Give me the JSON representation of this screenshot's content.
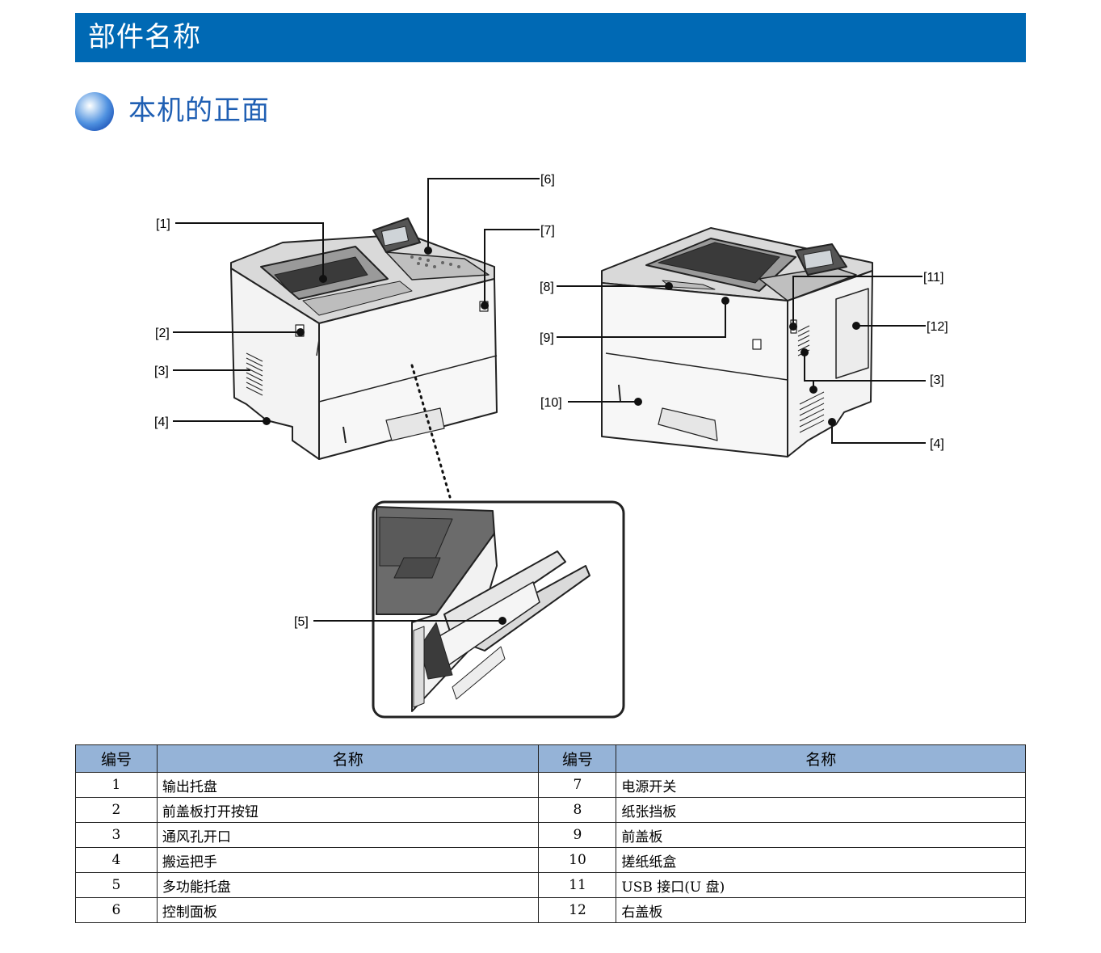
{
  "header": {
    "title": "部件名称"
  },
  "section": {
    "title": "本机的正面"
  },
  "callouts": [
    "[1]",
    "[2]",
    "[3]",
    "[4]",
    "[5]",
    "[6]",
    "[7]",
    "[8]",
    "[9]",
    "[10]",
    "[11]",
    "[12]",
    "[3]",
    "[4]"
  ],
  "table": {
    "headers": [
      "编号",
      "名称",
      "编号",
      "名称"
    ],
    "rows": [
      {
        "no_a": "1",
        "name_a": "输出托盘",
        "no_b": "7",
        "name_b": "电源开关"
      },
      {
        "no_a": "2",
        "name_a": "前盖板打开按钮",
        "no_b": "8",
        "name_b": "纸张挡板"
      },
      {
        "no_a": "3",
        "name_a": "通风孔开口",
        "no_b": "9",
        "name_b": "前盖板"
      },
      {
        "no_a": "4",
        "name_a": "搬运把手",
        "no_b": "10",
        "name_b": "搓纸纸盒"
      },
      {
        "no_a": "5",
        "name_a": "多功能托盘",
        "no_b": "11",
        "name_b": "USB 接口(U 盘)"
      },
      {
        "no_a": "6",
        "name_a": "控制面板",
        "no_b": "12",
        "name_b": "右盖板"
      }
    ]
  },
  "colors": {
    "header_bg": "#0069b4",
    "table_header_bg": "#95b3d7",
    "section_title": "#1f5fb3"
  }
}
